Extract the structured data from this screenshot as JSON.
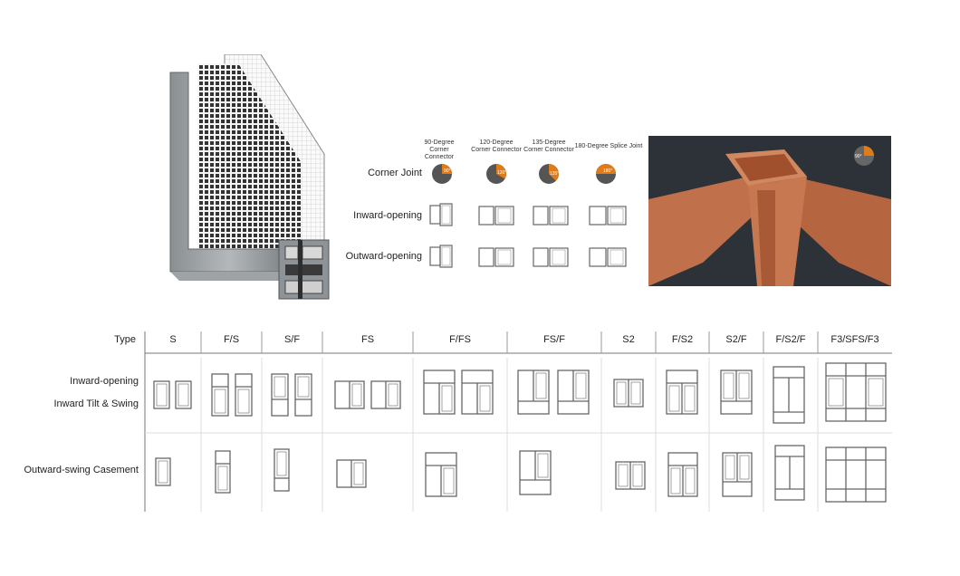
{
  "connectors": {
    "headers": [
      "90-Degree\nCorner Connector",
      "120-Degree\nCorner Connector",
      "135-Degree\nCorner Connector",
      "180-Degree Splice Joint"
    ],
    "rows": [
      "Corner Joint",
      "Inward-opening",
      "Outward-opening"
    ],
    "angles": [
      "90°",
      "120°",
      "135°",
      "180°"
    ],
    "photo_angle": "90°"
  },
  "table": {
    "type_label": "Type",
    "columns": [
      "S",
      "F/S",
      "S/F",
      "FS",
      "F/FS",
      "FS/F",
      "S2",
      "F/S2",
      "S2/F",
      "F/S2/F",
      "F3/SFS/F3"
    ],
    "row1_labels": [
      "Inward-opening",
      "Inward Tilt & Swing"
    ],
    "row2_label": "Outward-swing Casement"
  },
  "colors": {
    "accent": "#e07b1a",
    "dark": "#555555",
    "frame": "#6e6e6e",
    "copper": "#c0704a"
  }
}
